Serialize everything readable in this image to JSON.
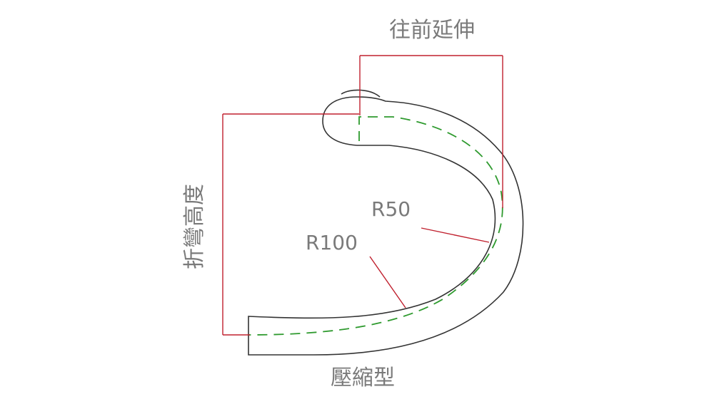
{
  "diagram": {
    "labels": {
      "reach": "往前延伸",
      "drop": "折彎高度",
      "r50": "R50",
      "r100": "R100",
      "type": "壓縮型"
    },
    "colors": {
      "outline": "#333333",
      "dimension": "#c0202e",
      "centerline": "#2e9a2e",
      "text": "#7a7a7a",
      "background": "#ffffff"
    }
  }
}
